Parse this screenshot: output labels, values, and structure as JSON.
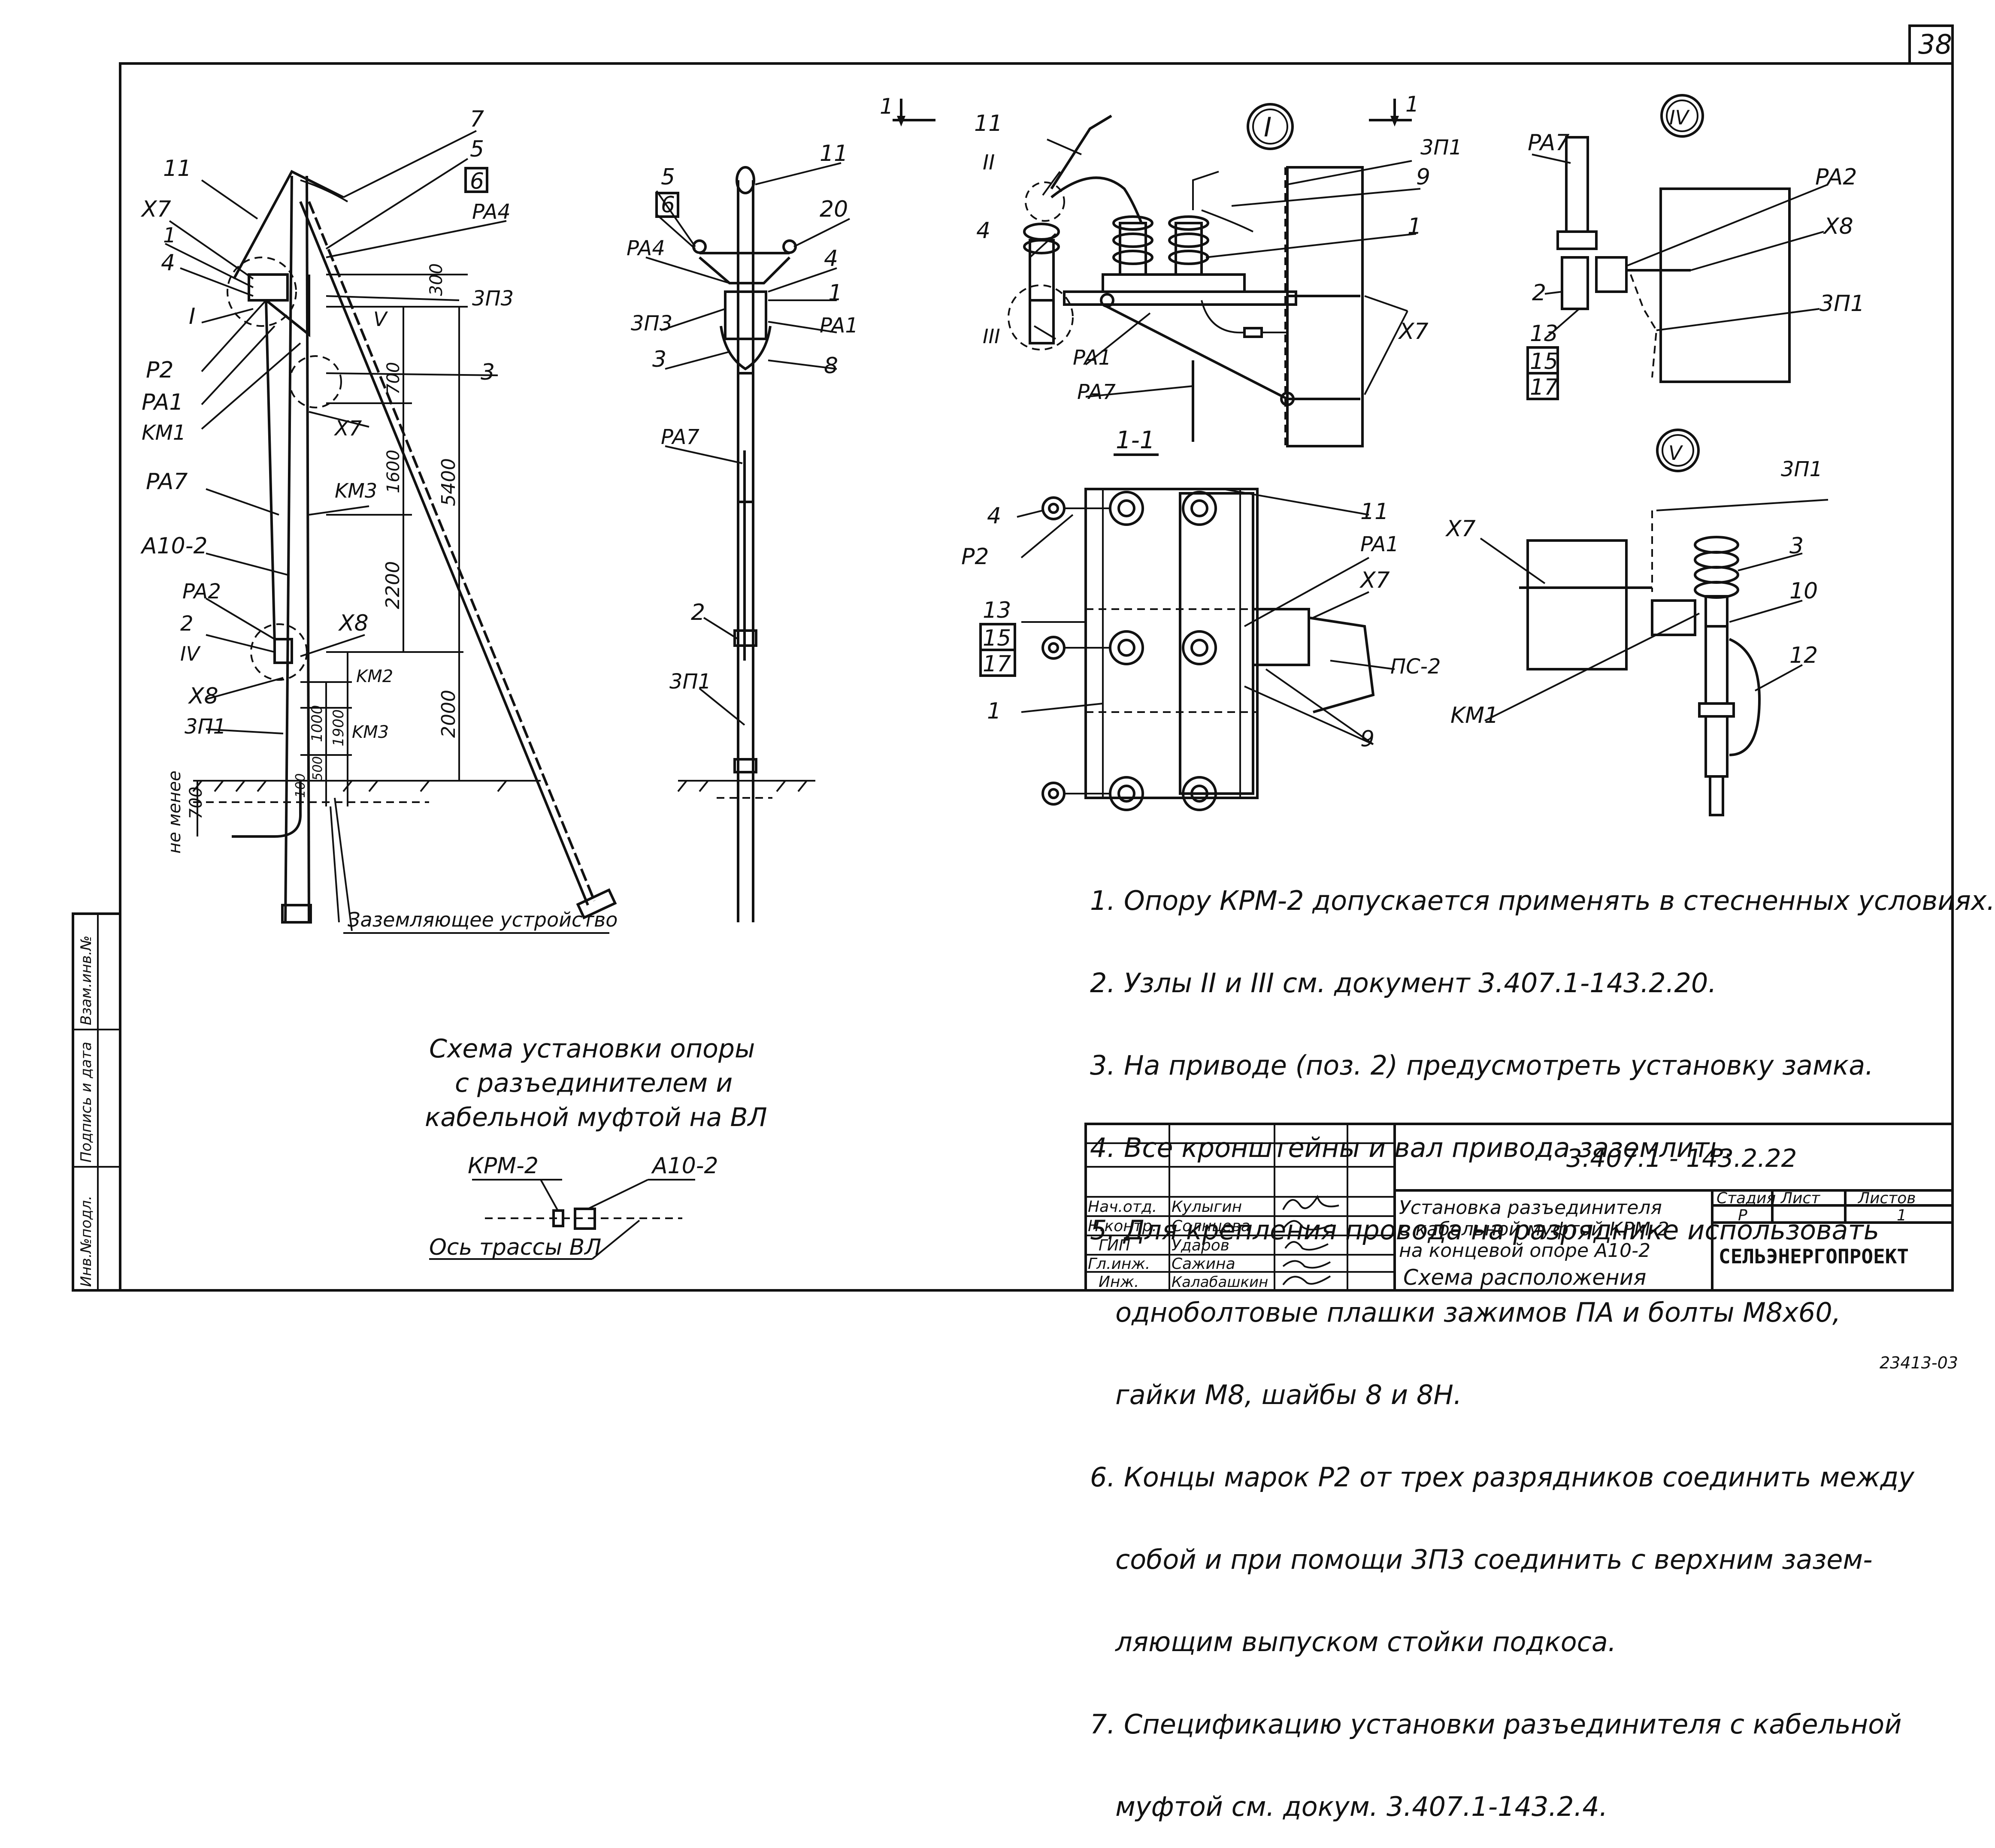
{
  "sheet": {
    "sheet_no": "38",
    "footer_code": "23413-03",
    "side_labels": [
      "Инв.№подл.",
      "Подпись и дата",
      "Взам.инв.№"
    ]
  },
  "section_marks": {
    "left": "1",
    "right": "1",
    "section_title": "1-1",
    "node_I": "I",
    "node_IV": "IV",
    "node_V": "V",
    "node_II_ref": "II",
    "node_III_ref": "III"
  },
  "labels": {
    "side_view": [
      "7",
      "5",
      "6",
      "PA4",
      "11",
      "X7",
      "1",
      "4",
      "I",
      "3П3",
      "V",
      "3",
      "P2",
      "PA1",
      "KM1",
      "X7",
      "PA7",
      "KM3",
      "A10-2",
      "PA2",
      "2",
      "IV",
      "X8",
      "X8",
      "KM2",
      "3П1",
      "KM3",
      "не менее",
      "700"
    ],
    "front_view": [
      "11",
      "5",
      "6",
      "20",
      "PA4",
      "4",
      "1",
      "3П3",
      "PA1",
      "3",
      "8",
      "PA7",
      "2",
      "3П1"
    ],
    "node1": [
      "11",
      "II",
      "4",
      "III",
      "3П1",
      "9",
      "1",
      "X7",
      "PA1",
      "PA7"
    ],
    "section": [
      "4",
      "P2",
      "11",
      "PA1",
      "X7",
      "13",
      "15",
      "17",
      "ПС-2",
      "1",
      "9"
    ],
    "node4": [
      "PA7",
      "PA2",
      "X8",
      "2",
      "3П1",
      "13",
      "15",
      "17"
    ],
    "node5": [
      "3П1",
      "X7",
      "3",
      "10",
      "12",
      "KM1"
    ]
  },
  "dimensions": {
    "d300": "300",
    "d700": "700",
    "d1600": "1600",
    "d5400": "5400",
    "d2200": "2200",
    "d2000": "2000",
    "d1000": "1000",
    "d1900": "1900",
    "d500": "500",
    "d100": "100"
  },
  "ground_caption": "Заземляющее устройство",
  "notes": [
    "1. Опору КРМ-2 допускается применять в стесненных условиях.",
    "2. Узлы II и III см. документ 3.407.1-143.2.20.",
    "3. На приводе (поз. 2) предусмотреть установку замка.",
    "4. Все кронштейны и вал привода заземлить.",
    "5. Для крепления провода на разряднике использовать",
    "   однoболтовые плашки зажимов ПА и болты М8х60,",
    "   гайки М8, шайбы 8 и 8Н.",
    "6. Концы марок Р2 от трех разрядников соединить между",
    "   собой и при помощи 3П3 соединить с верхним зазем-",
    "   ляющим выпуском стойки подкоса.",
    "7. Спецификацию установки разъединителя с кабельной",
    "   муфтой см. докум. 3.407.1-143.2.4."
  ],
  "scheme": {
    "title_lines": [
      "Схема установки опоры",
      "с разъединителем и",
      "кабельной муфтой на ВЛ"
    ],
    "krm": "КРМ-2",
    "a10": "А10-2",
    "axis": "Ось трассы ВЛ"
  },
  "title_block": {
    "doc_code": "3.407.1 - 143.2.22",
    "title_lines": [
      "Установка разъединителя",
      "с кабельной муфтой КРМ-2",
      "на концевой опоре А10-2"
    ],
    "subtitle": "Схема расположения",
    "stage_header": "Стадия",
    "sheet_header": "Лист",
    "sheets_header": "Листов",
    "stage": "Р",
    "sheet": "",
    "sheets": "1",
    "org": "СЕЛЬЭНЕРГОПРОЕКТ",
    "signers": [
      {
        "role": "Нач.отд.",
        "name": "Кулыгин"
      },
      {
        "role": "Н.контр.",
        "name": "Солнцева"
      },
      {
        "role": "ГИП",
        "name": "Ударов"
      },
      {
        "role": "Гл.инж.",
        "name": "Сажина"
      },
      {
        "role": "Инж.",
        "name": "Калабашкин"
      }
    ]
  }
}
